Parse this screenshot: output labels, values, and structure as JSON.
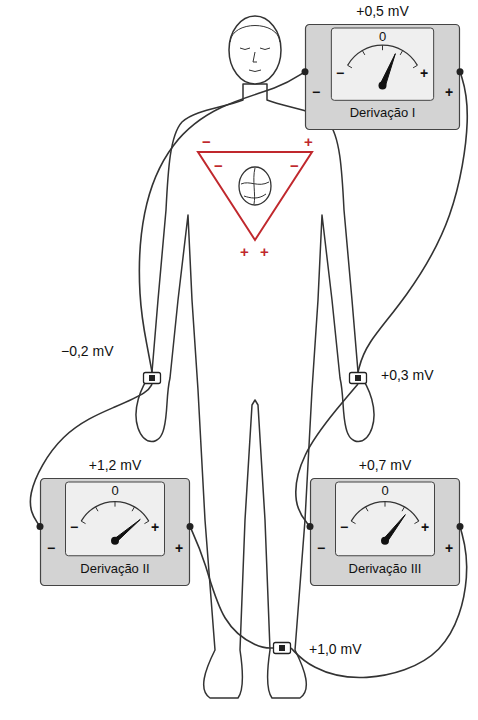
{
  "diagram": {
    "nodes": [
      {
        "text": [
          "+0,5 mV",
          "0",
          "−",
          "+",
          "−",
          "+",
          "Derivação I"
        ]
      },
      {
        "text": [
          "−0,2 mV"
        ]
      },
      {
        "text": [
          "+0,3 mV"
        ]
      },
      {
        "text": [
          "+1,2 mV",
          "0",
          "−",
          "+",
          "−",
          "+",
          "Derivação II"
        ]
      },
      {
        "text": [
          "+0,7 mV",
          "0",
          "−",
          "+",
          "−",
          "+",
          "Derivação III"
        ]
      },
      {
        "text": [
          "+1,0 mV"
        ]
      }
    ],
    "edges": [
      {
        "from": 0,
        "to": 1,
        "arrow": "none"
      },
      {
        "from": 0,
        "to": 2,
        "arrow": "none"
      },
      {
        "from": 3,
        "to": 1,
        "arrow": "none"
      },
      {
        "from": 3,
        "to": 5,
        "arrow": "none"
      },
      {
        "from": 4,
        "to": 2,
        "arrow": "none"
      },
      {
        "from": 4,
        "to": 5,
        "arrow": "none"
      }
    ],
    "labels": [
      "−",
      "+",
      "−",
      "−",
      "+",
      "+"
    ]
  }
}
